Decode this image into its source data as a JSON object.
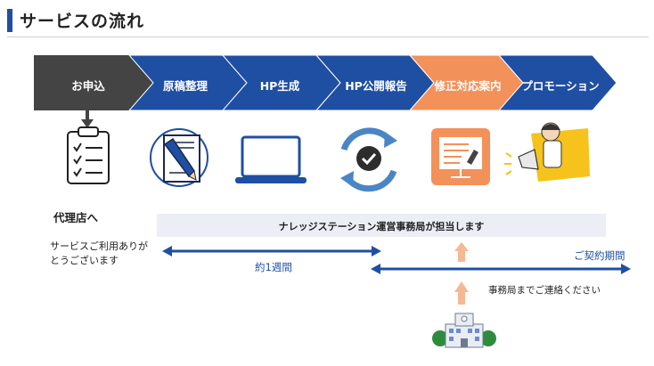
{
  "header": {
    "title": "サービスの流れ"
  },
  "steps": [
    {
      "label": "お申込",
      "color": "#444444"
    },
    {
      "label": "原稿整理",
      "color": "#1f4fa3"
    },
    {
      "label": "HP生成",
      "color": "#1f4fa3"
    },
    {
      "label": "HP公開報告",
      "color": "#1f4fa3"
    },
    {
      "label": "修正対応案内",
      "color": "#f3915a"
    },
    {
      "label": "プロモーション",
      "color": "#1f4fa3"
    }
  ],
  "agent": {
    "title": "代理店へ",
    "note": "サービスご利用ありがとうございます"
  },
  "knowledge_band": {
    "text": "ナレッジステーション運営事務局が担当します"
  },
  "timeline": {
    "week_label": "約1週間",
    "contract_label": "ご契約期間",
    "contact_label": "事務局までご連絡ください"
  },
  "colors": {
    "brand": "#1f4fa3",
    "accent": "#f3915a",
    "dark": "#444444"
  }
}
